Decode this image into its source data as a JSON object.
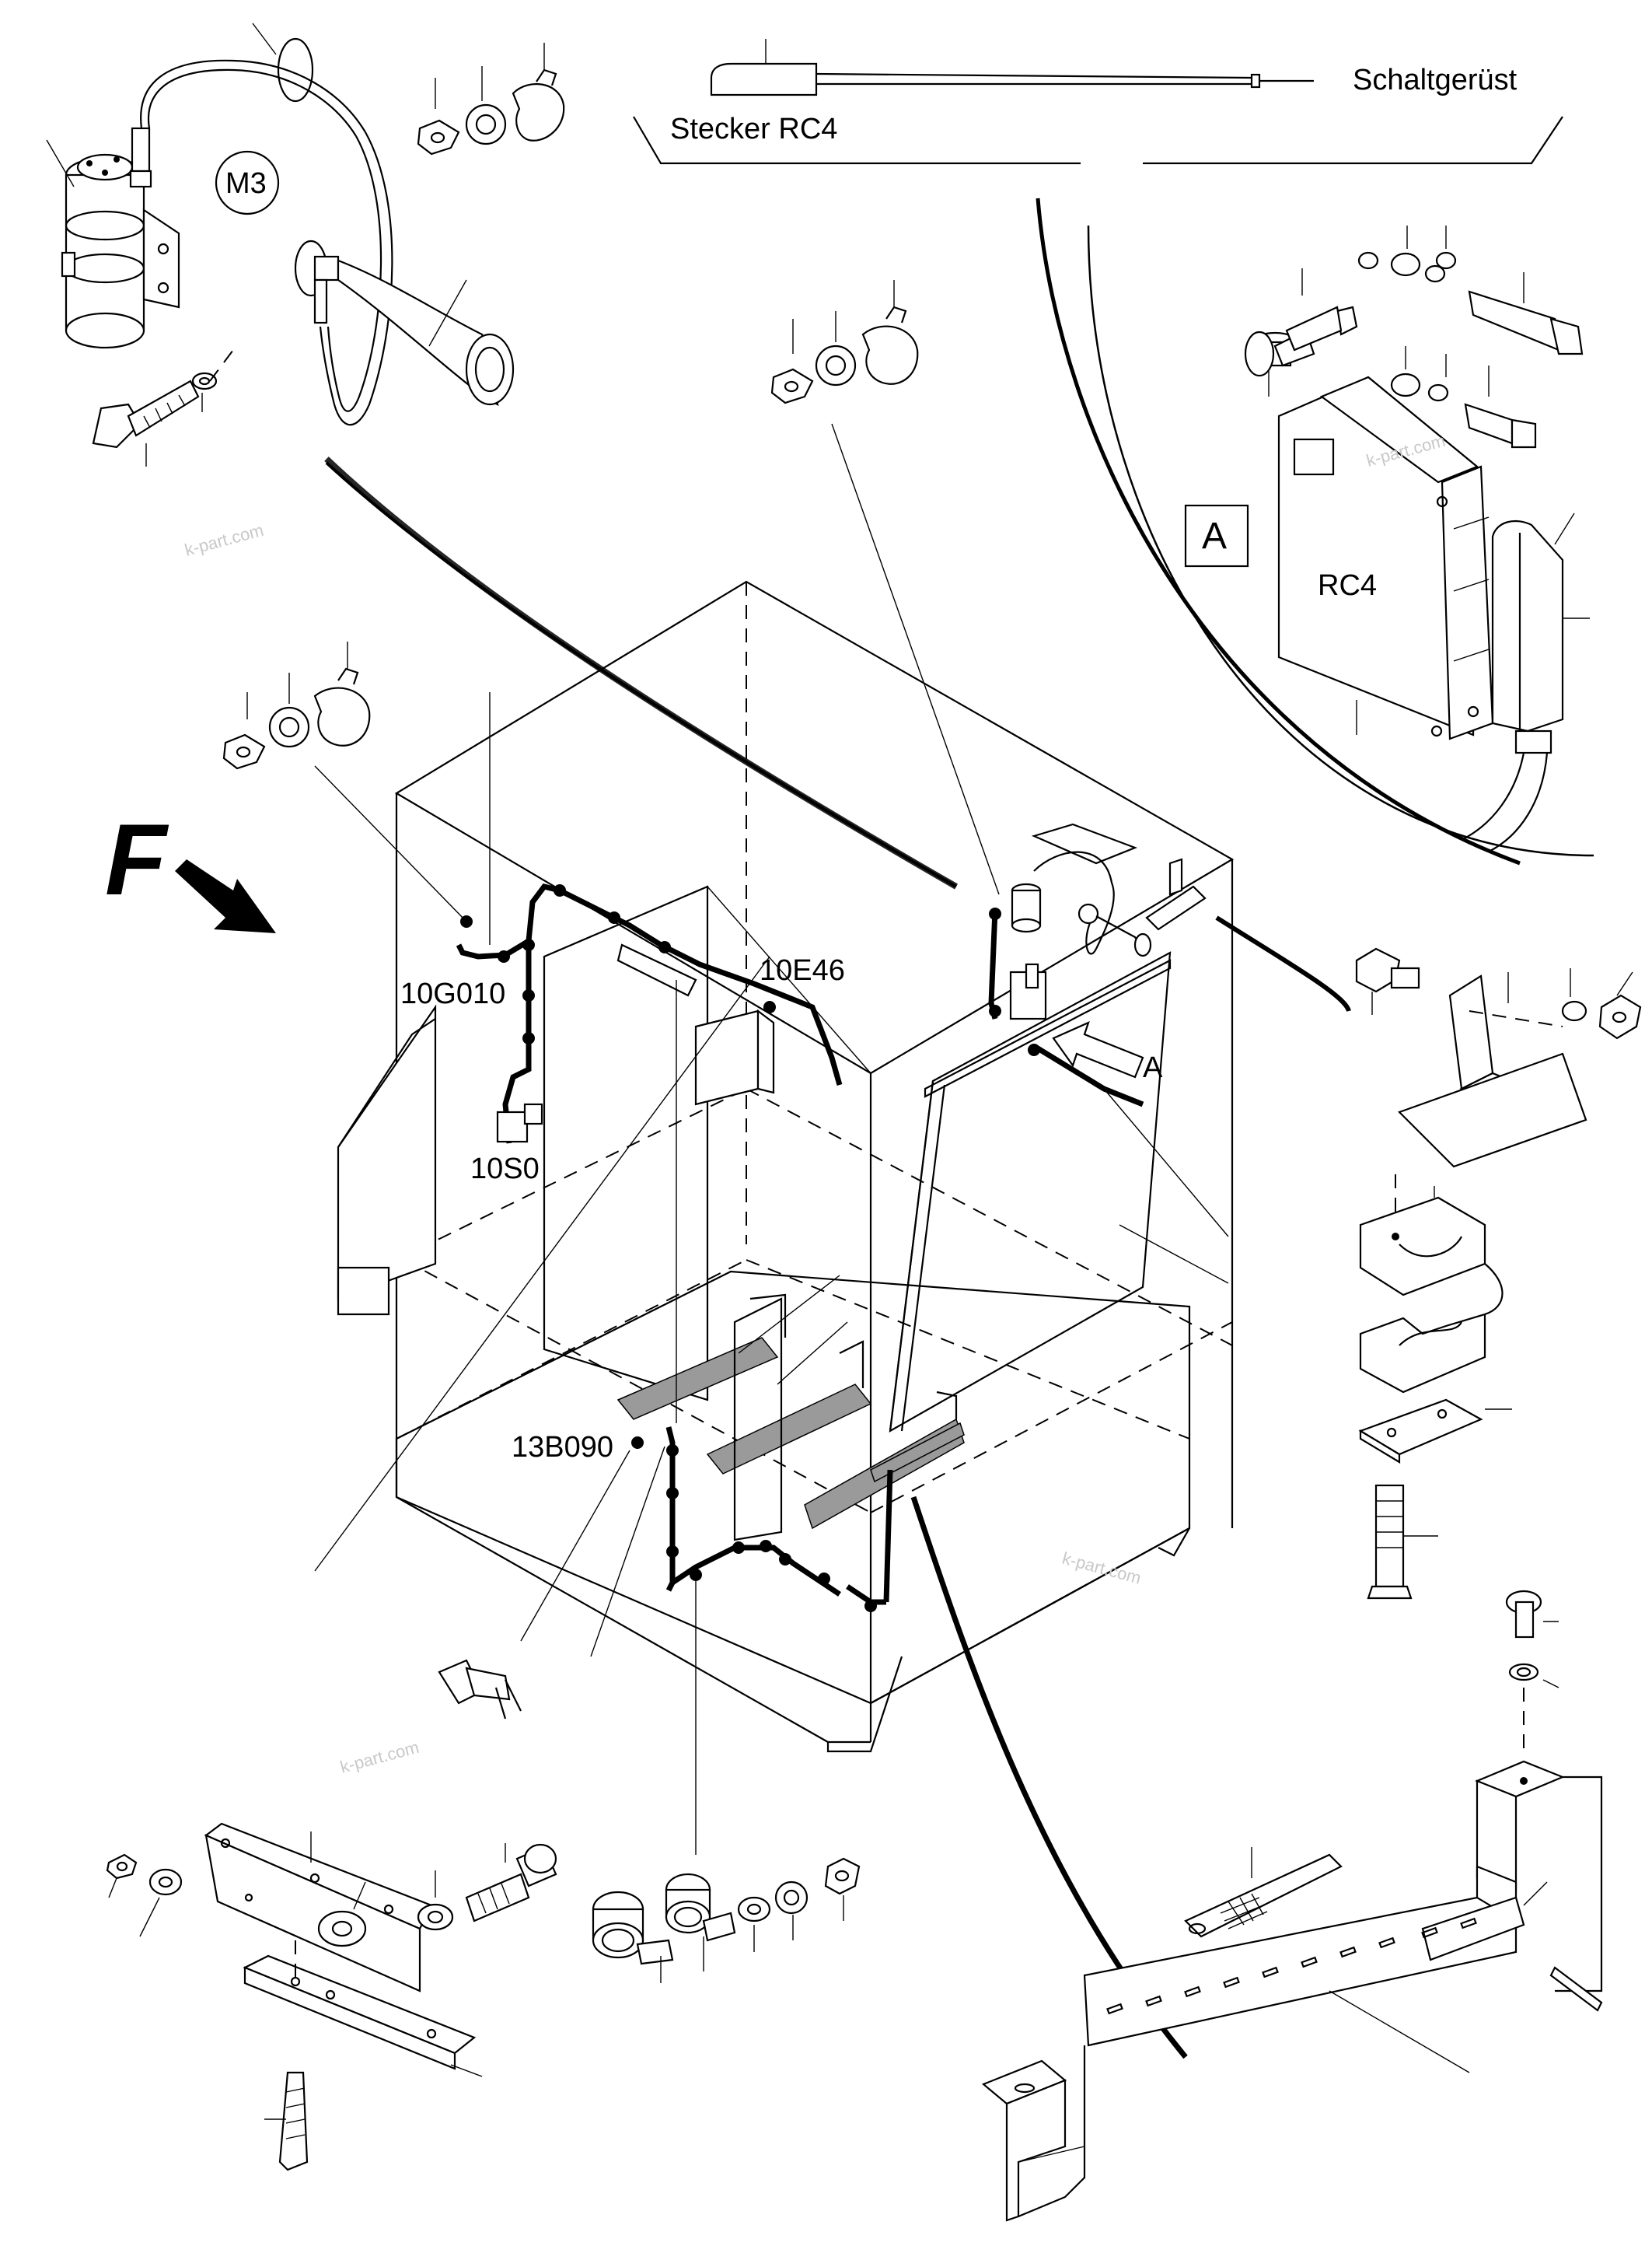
{
  "labels": {
    "m3": "M3",
    "stecker": "Stecker RC4",
    "schaltgeruest": "Schaltgerüst",
    "view_a_box": "A",
    "rc4": "RC4",
    "direction_f": "F",
    "arrow_a": "A",
    "l_10g010": "10G010",
    "l_10e46": "10E46",
    "l_10s0": "10S0",
    "l_13b090": "13B090"
  },
  "watermark": "k-part.com"
}
